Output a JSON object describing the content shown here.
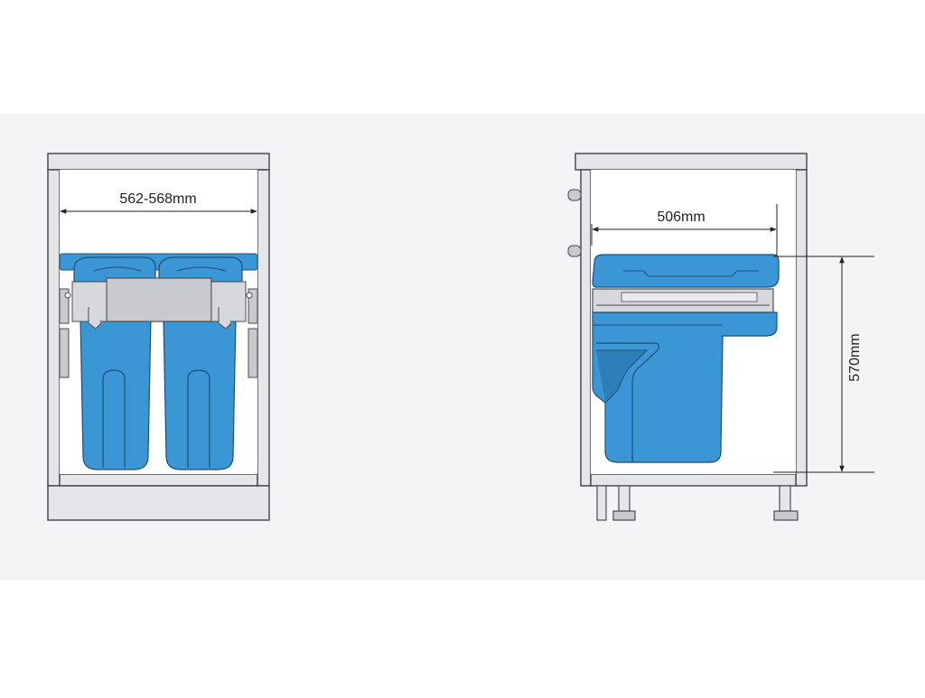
{
  "figure": {
    "front_view": {
      "width_label": "562-568mm"
    },
    "side_view": {
      "depth_label": "506mm",
      "height_label": "570mm"
    }
  },
  "colors": {
    "band": "#f2f4f6",
    "cabinet_fill": "#e4e6e9",
    "cabinet_stroke": "#4a4c50",
    "bin_fill": "#3a96d4",
    "bin_dark": "#2e7fb8",
    "bin_stroke": "#1f4f75",
    "frame_fill": "#c8cacd",
    "dimension_line": "#222222"
  }
}
